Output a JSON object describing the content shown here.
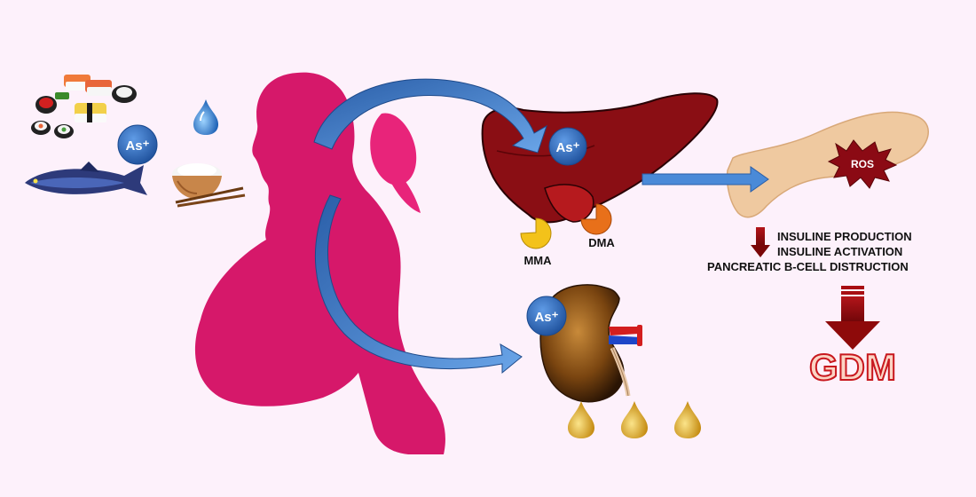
{
  "arsenic_label": "As⁺",
  "metabolites": {
    "mma": "MMA",
    "dma": "DMA"
  },
  "ros_label": "ROS",
  "effects": {
    "line1": "INSULINE PRODUCTION",
    "line2": "INSULINE ACTIVATION",
    "line3": "PANCREATIC B-CELL DISTRUCTION"
  },
  "outcome": "GDM",
  "colors": {
    "background": "#fdf1fb",
    "silhouette": "#d6186a",
    "liver": "#8a0e14",
    "pancreas": "#efc9a0",
    "ros_burst": "#8b0a14",
    "arrow_blue": "#3d7cc9",
    "arrow_darkred": "#8e0a0a",
    "drop_gold": "#d9a520",
    "as_circle": "#2f6bc2"
  },
  "icons": [
    "sushi-icon",
    "fish-icon",
    "water-drop-icon",
    "rice-bowl-icon",
    "chopsticks-icon",
    "liver-icon",
    "kidney-icon",
    "pancreas-icon",
    "urine-drop-icon"
  ]
}
